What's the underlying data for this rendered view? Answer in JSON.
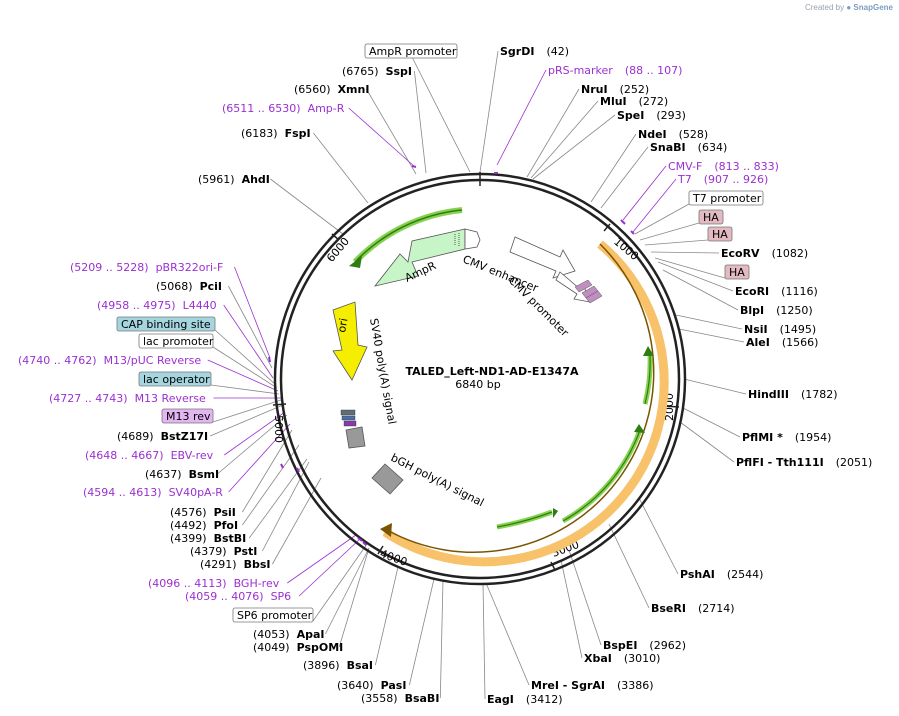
{
  "credit": {
    "prefix": "Created by",
    "brand": "SnapGene"
  },
  "plasmid": {
    "name": "TALED_Left-ND1-AD-E1347A",
    "size_label": "6840 bp",
    "length": 6840
  },
  "colors": {
    "enzyme": "#000000",
    "primer": "#9b30d0",
    "line": "#888888",
    "ring": "#222222",
    "ampr": "#c8f5c8",
    "ori": "#f5ee00",
    "orf": "#f7c26a",
    "orf_inner": "#86d24e",
    "ha": "#e3b9c2",
    "lac_op": "#a5d6e0",
    "m13rev": "#e3b6f3"
  },
  "ticks": [
    "1000",
    "2000",
    "3000",
    "4000",
    "5000",
    "6000"
  ],
  "inner_features": {
    "ampr": "AmpR",
    "cmv_enhancer": "CMV enhancer",
    "cmv_promoter": "CMV promoter",
    "ori": "ori",
    "sv40": "SV40 poly(A) signal",
    "bgh": "bGH poly(A) signal"
  },
  "labels": [
    {
      "id": "l0",
      "name": "AmpR promoter",
      "pos": "",
      "kind": "box",
      "fill": "#ffffff"
    },
    {
      "id": "l1",
      "name": "SgrDI",
      "pos": "(42)",
      "kind": "enzyme"
    },
    {
      "id": "l2",
      "name": "SspI",
      "pos": "(6765)",
      "kind": "enzyme"
    },
    {
      "id": "l3",
      "name": "pRS-marker",
      "pos": "(88 .. 107)",
      "kind": "primer"
    },
    {
      "id": "l4",
      "name": "XmnI",
      "pos": "(6560)",
      "kind": "enzyme"
    },
    {
      "id": "l5",
      "name": "NruI",
      "pos": "(252)",
      "kind": "enzyme"
    },
    {
      "id": "l6",
      "name": "MluI",
      "pos": "(272)",
      "kind": "enzyme"
    },
    {
      "id": "l7",
      "name": "Amp-R",
      "pos": "(6511 .. 6530)",
      "kind": "primer"
    },
    {
      "id": "l8",
      "name": "SpeI",
      "pos": "(293)",
      "kind": "enzyme"
    },
    {
      "id": "l9",
      "name": "FspI",
      "pos": "(6183)",
      "kind": "enzyme"
    },
    {
      "id": "l10",
      "name": "NdeI",
      "pos": "(528)",
      "kind": "enzyme"
    },
    {
      "id": "l11",
      "name": "SnaBI",
      "pos": "(634)",
      "kind": "enzyme"
    },
    {
      "id": "l12",
      "name": "CMV-F",
      "pos": "(813 .. 833)",
      "kind": "primer"
    },
    {
      "id": "l13",
      "name": "AhdI",
      "pos": "(5961)",
      "kind": "enzyme"
    },
    {
      "id": "l14",
      "name": "T7",
      "pos": "(907 .. 926)",
      "kind": "primer"
    },
    {
      "id": "l15",
      "name": "T7 promoter",
      "pos": "",
      "kind": "box",
      "fill": "#ffffff"
    },
    {
      "id": "l16",
      "name": "HA",
      "pos": "",
      "kind": "box",
      "fill": "#e3b9c2"
    },
    {
      "id": "l17",
      "name": "HA",
      "pos": "",
      "kind": "box",
      "fill": "#e3b9c2"
    },
    {
      "id": "l18",
      "name": "EcoRV",
      "pos": "(1082)",
      "kind": "enzyme"
    },
    {
      "id": "l19",
      "name": "pBR322ori-F",
      "pos": "(5209 .. 5228)",
      "kind": "primer"
    },
    {
      "id": "l20",
      "name": "HA",
      "pos": "",
      "kind": "box",
      "fill": "#e3b9c2"
    },
    {
      "id": "l21",
      "name": "PciI",
      "pos": "(5068)",
      "kind": "enzyme"
    },
    {
      "id": "l22",
      "name": "EcoRI",
      "pos": "(1116)",
      "kind": "enzyme"
    },
    {
      "id": "l23",
      "name": "L4440",
      "pos": "(4958 .. 4975)",
      "kind": "primer"
    },
    {
      "id": "l24",
      "name": "BlpI",
      "pos": "(1250)",
      "kind": "enzyme"
    },
    {
      "id": "l25",
      "name": "CAP binding site",
      "pos": "",
      "kind": "box",
      "fill": "#a5d6e0"
    },
    {
      "id": "l26",
      "name": "NsiI",
      "pos": "(1495)",
      "kind": "enzyme"
    },
    {
      "id": "l27",
      "name": "lac promoter",
      "pos": "",
      "kind": "box",
      "fill": "#ffffff"
    },
    {
      "id": "l28",
      "name": "AleI",
      "pos": "(1566)",
      "kind": "enzyme"
    },
    {
      "id": "l29",
      "name": "M13/pUC Reverse",
      "pos": "(4740 .. 4762)",
      "kind": "primer"
    },
    {
      "id": "l30",
      "name": "lac operator",
      "pos": "",
      "kind": "box",
      "fill": "#a5d6e0"
    },
    {
      "id": "l31",
      "name": "HindIII",
      "pos": "(1782)",
      "kind": "enzyme"
    },
    {
      "id": "l32",
      "name": "M13 Reverse",
      "pos": "(4727 .. 4743)",
      "kind": "primer"
    },
    {
      "id": "l33",
      "name": "M13 rev",
      "pos": "",
      "kind": "box",
      "fill": "#e3b6f3"
    },
    {
      "id": "l34",
      "name": "PflMI *",
      "pos": "(1954)",
      "kind": "enzyme"
    },
    {
      "id": "l35",
      "name": "BstZ17I",
      "pos": "(4689)",
      "kind": "enzyme"
    },
    {
      "id": "l36",
      "name": "PflFI - Tth111I",
      "pos": "(2051)",
      "kind": "enzyme"
    },
    {
      "id": "l37",
      "name": "EBV-rev",
      "pos": "(4648 .. 4667)",
      "kind": "primer"
    },
    {
      "id": "l38",
      "name": "BsmI",
      "pos": "(4637)",
      "kind": "enzyme"
    },
    {
      "id": "l39",
      "name": "SV40pA-R",
      "pos": "(4594 .. 4613)",
      "kind": "primer"
    },
    {
      "id": "l40",
      "name": "PsiI",
      "pos": "(4576)",
      "kind": "enzyme"
    },
    {
      "id": "l41",
      "name": "PfoI",
      "pos": "(4492)",
      "kind": "enzyme"
    },
    {
      "id": "l42",
      "name": "BstBI",
      "pos": "(4399)",
      "kind": "enzyme"
    },
    {
      "id": "l43",
      "name": "PstI",
      "pos": "(4379)",
      "kind": "enzyme"
    },
    {
      "id": "l44",
      "name": "BbsI",
      "pos": "(4291)",
      "kind": "enzyme"
    },
    {
      "id": "l45",
      "name": "BGH-rev",
      "pos": "(4096 .. 4113)",
      "kind": "primer"
    },
    {
      "id": "l46",
      "name": "SP6",
      "pos": "(4059 .. 4076)",
      "kind": "primer"
    },
    {
      "id": "l47",
      "name": "SP6 promoter",
      "pos": "",
      "kind": "box",
      "fill": "#ffffff"
    },
    {
      "id": "l48",
      "name": "PshAI",
      "pos": "(2544)",
      "kind": "enzyme"
    },
    {
      "id": "l49",
      "name": "BseRI",
      "pos": "(2714)",
      "kind": "enzyme"
    },
    {
      "id": "l50",
      "name": "BspEI",
      "pos": "(2962)",
      "kind": "enzyme"
    },
    {
      "id": "l51",
      "name": "XbaI",
      "pos": "(3010)",
      "kind": "enzyme"
    },
    {
      "id": "l52",
      "name": "ApaI",
      "pos": "(4053)",
      "kind": "enzyme"
    },
    {
      "id": "l53",
      "name": "PspOMI",
      "pos": "(4049)",
      "kind": "enzyme"
    },
    {
      "id": "l54",
      "name": "BsaI",
      "pos": "(3896)",
      "kind": "enzyme"
    },
    {
      "id": "l55",
      "name": "PasI",
      "pos": "(3640)",
      "kind": "enzyme"
    },
    {
      "id": "l56",
      "name": "BsaBI",
      "pos": "(3558)",
      "kind": "enzyme"
    },
    {
      "id": "l57",
      "name": "EagI",
      "pos": "(3412)",
      "kind": "enzyme"
    },
    {
      "id": "l58",
      "name": "MreI - SgrAI",
      "pos": "(3386)",
      "kind": "enzyme"
    }
  ]
}
